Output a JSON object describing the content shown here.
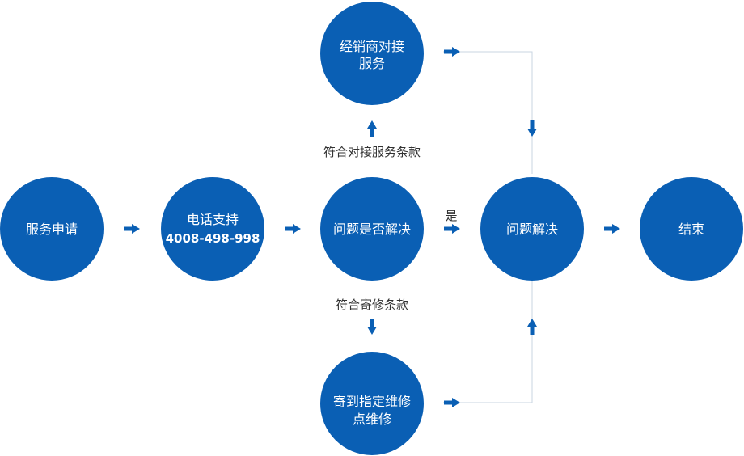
{
  "colors": {
    "node_fill": "#0a5fb4",
    "arrow": "#0a5fb4",
    "connector": "#c8d4e2",
    "label_text": "#333333"
  },
  "nodes": {
    "service_request": {
      "line1": "服务申请"
    },
    "phone_support": {
      "line1": "电话支持",
      "line2": "4008-498-998"
    },
    "problem_solved_q": {
      "line1": "问题是否解决"
    },
    "dealer_service": {
      "line1": "经销商对接",
      "line2": "服务"
    },
    "send_repair": {
      "line1": "寄到指定维修",
      "line2": "点维修"
    },
    "problem_solved": {
      "line1": "问题解决"
    },
    "end": {
      "line1": "结束"
    }
  },
  "labels": {
    "dealer_terms": "符合对接服务条款",
    "repair_terms": "符合寄修条款",
    "yes": "是"
  }
}
